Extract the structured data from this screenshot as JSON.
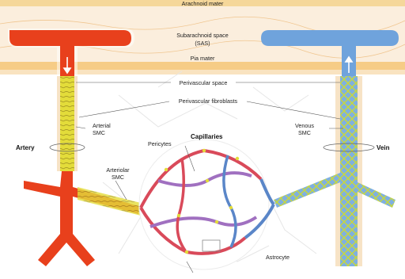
{
  "labels": {
    "arachnoid": "Arachnoid mater",
    "sas_line1": "Subarachnoid space",
    "sas_line2": "(SAS)",
    "pia": "Pia mater",
    "perivascular_space": "Perivascular space",
    "perivascular_fibroblasts": "Perivascular fibroblasts",
    "arterial_smc_1": "Arterial",
    "arterial_smc_2": "SMC",
    "venous_smc_1": "Venous",
    "venous_smc_2": "SMC",
    "artery": "Artery",
    "vein": "Vein",
    "capillaries": "Capillaries",
    "pericytes": "Pericytes",
    "arteriolar_smc_1": "Arteriolar",
    "arteriolar_smc_2": "SMC",
    "astrocyte": "Astrocyte"
  },
  "icons": {
    "artery_flow": "arrow-down-icon",
    "vein_flow": "arrow-up-icon"
  },
  "colors": {
    "artery": "#e8401c",
    "vein": "#6fa3dc",
    "smc": "#d8e23a",
    "meninges": "#f6cf8a",
    "capillary_red": "#d94a5a",
    "capillary_blue": "#5a86c8",
    "capillary_purple": "#a070c0"
  }
}
